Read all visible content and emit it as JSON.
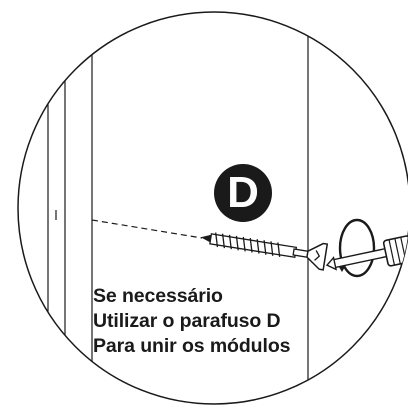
{
  "badge": {
    "letter": "D"
  },
  "caption": {
    "line1": "Se necessário",
    "line2": "Utilizar o parafuso D",
    "line3": "Para unir os módulos"
  },
  "colors": {
    "ink": "#1a1a1a",
    "background": "#ffffff"
  },
  "icons": [
    "screw-icon",
    "rotation-arrow-icon",
    "screwdriver-icon"
  ]
}
